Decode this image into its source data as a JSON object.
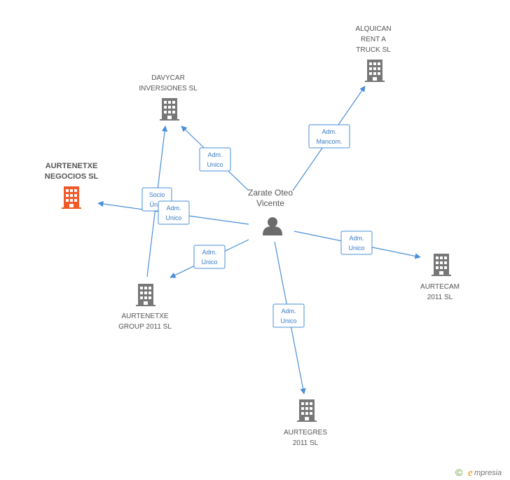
{
  "colors": {
    "edge": "#4a8fd8",
    "building_default": "#777777",
    "building_highlight": "#f05a28",
    "person": "#6b6b6b",
    "label": "#555555",
    "brand_green": "#5aa02c",
    "brand_orange": "#f08a00"
  },
  "center": {
    "name_line1": "Zarate Oteo",
    "name_line2": "Vicente",
    "icon": "person-icon"
  },
  "companies": {
    "alquican": {
      "lines": [
        "ALQUICAN",
        "RENT A",
        "TRUCK SL"
      ],
      "icon": "building-icon"
    },
    "davycar": {
      "lines": [
        "DAVYCAR",
        "INVERSIONES SL"
      ],
      "icon": "building-icon"
    },
    "aurtenetxe_negocios": {
      "lines": [
        "AURTENETXE",
        "NEGOCIOS SL"
      ],
      "icon": "building-icon",
      "highlighted": true
    },
    "aurtecam": {
      "lines": [
        "AURTECAM",
        "2011 SL"
      ],
      "icon": "building-icon"
    },
    "aurtenetxe_group": {
      "lines": [
        "AURTENETXE",
        "GROUP 2011 SL"
      ],
      "icon": "building-icon"
    },
    "aurtegres": {
      "lines": [
        "AURTEGRES",
        "2011 SL"
      ],
      "icon": "building-icon"
    }
  },
  "relations": {
    "to_alquican": [
      "Adm.",
      "Mancom."
    ],
    "to_davycar": [
      "Adm.",
      "Unico"
    ],
    "group_to_negocios": [
      "Socio",
      "Úni..."
    ],
    "to_negocios": [
      "Adm.",
      "Unico"
    ],
    "to_group": [
      "Adm.",
      "Unico"
    ],
    "to_aurtecam": [
      "Adm.",
      "Unico"
    ],
    "to_aurtegres": [
      "Adm.",
      "Unico"
    ]
  },
  "brand": {
    "copyright": "©",
    "e": "e",
    "rest": "mpresia"
  }
}
